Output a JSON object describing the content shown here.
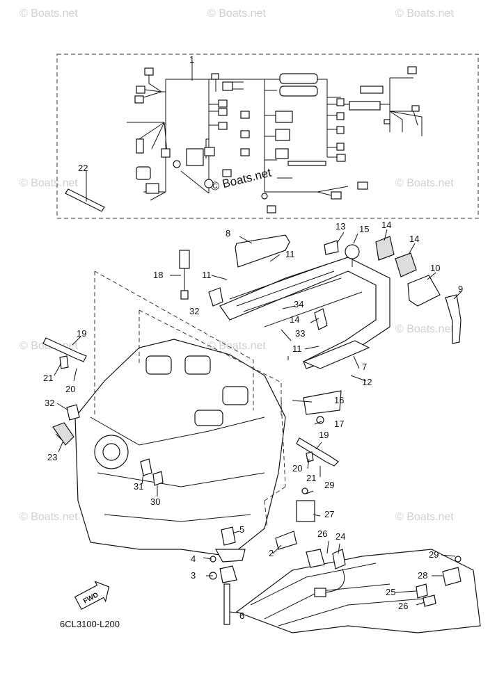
{
  "watermark": {
    "text": "© Boats.net"
  },
  "drawing_code": "6CL3100-L200",
  "fwd_label": "FWD",
  "callouts": [
    {
      "id": "c1",
      "label": "1"
    },
    {
      "id": "c2",
      "label": "2"
    },
    {
      "id": "c3",
      "label": "3"
    },
    {
      "id": "c4",
      "label": "4"
    },
    {
      "id": "c5",
      "label": "5"
    },
    {
      "id": "c6",
      "label": "6"
    },
    {
      "id": "c7",
      "label": "7"
    },
    {
      "id": "c8",
      "label": "8"
    },
    {
      "id": "c9",
      "label": "9"
    },
    {
      "id": "c10",
      "label": "10"
    },
    {
      "id": "c11a",
      "label": "11"
    },
    {
      "id": "c11b",
      "label": "11"
    },
    {
      "id": "c11c",
      "label": "11"
    },
    {
      "id": "c12",
      "label": "12"
    },
    {
      "id": "c13",
      "label": "13"
    },
    {
      "id": "c14a",
      "label": "14"
    },
    {
      "id": "c14b",
      "label": "14"
    },
    {
      "id": "c14c",
      "label": "14"
    },
    {
      "id": "c15",
      "label": "15"
    },
    {
      "id": "c16",
      "label": "16"
    },
    {
      "id": "c17",
      "label": "17"
    },
    {
      "id": "c18",
      "label": "18"
    },
    {
      "id": "c19a",
      "label": "19"
    },
    {
      "id": "c19b",
      "label": "19"
    },
    {
      "id": "c20a",
      "label": "20"
    },
    {
      "id": "c20b",
      "label": "20"
    },
    {
      "id": "c21a",
      "label": "21"
    },
    {
      "id": "c21b",
      "label": "21"
    },
    {
      "id": "c22",
      "label": "22"
    },
    {
      "id": "c23",
      "label": "23"
    },
    {
      "id": "c24",
      "label": "24"
    },
    {
      "id": "c25",
      "label": "25"
    },
    {
      "id": "c26a",
      "label": "26"
    },
    {
      "id": "c26b",
      "label": "26"
    },
    {
      "id": "c27",
      "label": "27"
    },
    {
      "id": "c28",
      "label": "28"
    },
    {
      "id": "c29a",
      "label": "29"
    },
    {
      "id": "c29b",
      "label": "29"
    },
    {
      "id": "c30",
      "label": "30"
    },
    {
      "id": "c31",
      "label": "31"
    },
    {
      "id": "c32a",
      "label": "32"
    },
    {
      "id": "c32b",
      "label": "32"
    },
    {
      "id": "c33",
      "label": "33"
    },
    {
      "id": "c34",
      "label": "34"
    }
  ]
}
